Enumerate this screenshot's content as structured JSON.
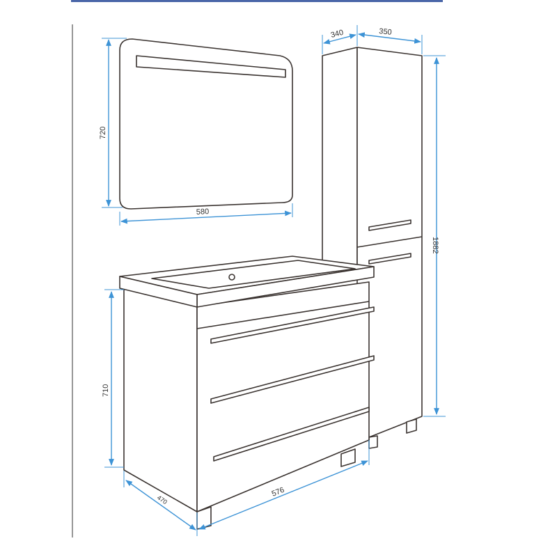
{
  "dimensions": {
    "mirror_height": "720",
    "mirror_width": "580",
    "cabinet_depth": "340",
    "cabinet_width": "350",
    "cabinet_height": "1882",
    "vanity_height": "710",
    "vanity_depth": "470",
    "vanity_width": "576"
  },
  "colors": {
    "dimension": "#3d93d6",
    "header_bar": "#4a66a8",
    "outline": "#3a3330"
  }
}
